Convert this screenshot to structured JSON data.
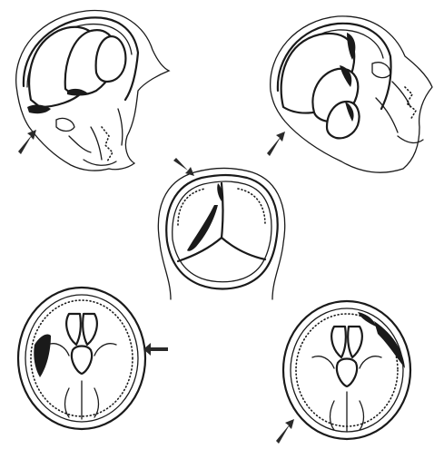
{
  "figure": {
    "panels": [
      {
        "id": "sagittal-left",
        "arrow_direction": "up-right"
      },
      {
        "id": "sagittal-right",
        "arrow_direction": "up-right"
      },
      {
        "id": "coronal-center",
        "arrow_direction": "down-right"
      },
      {
        "id": "axial-left",
        "arrow_direction": "left"
      },
      {
        "id": "axial-right",
        "arrow_direction": "up-right"
      }
    ],
    "colors": {
      "ink": "#1a1a1a",
      "background": "#ffffff",
      "hemorrhage": "#1a1a1a"
    }
  }
}
